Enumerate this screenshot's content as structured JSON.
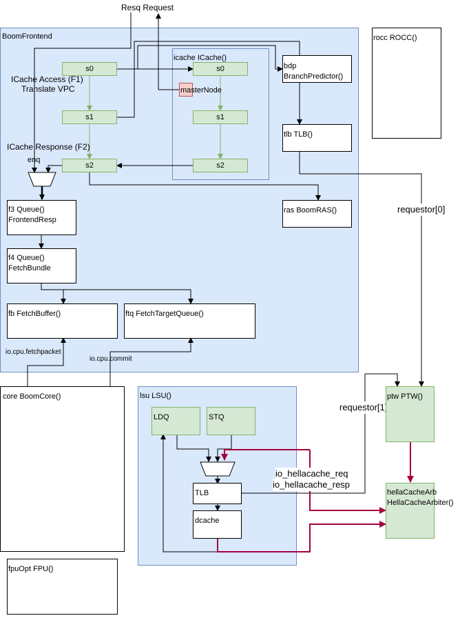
{
  "frontend": {
    "title": "BoomFrontend",
    "stages": {
      "s0": "s0",
      "s1": "s1",
      "s2": "s2"
    },
    "annotations": {
      "icache_access": "ICache Access (F1)",
      "translate_vpc": "Translate VPC",
      "icache_response": "ICache Response (F2)",
      "enq": "enq"
    },
    "icache": {
      "title": "icache ICache()",
      "s0": "s0",
      "s1": "s1",
      "s2": "s2"
    },
    "master_node": "masterNode",
    "bdp": {
      "line1": "bdp",
      "line2": "BranchPredictor()"
    },
    "tlb": "tlb TLB()",
    "ras": "ras BoomRAS()",
    "f3": {
      "line1": "f3 Queue()",
      "line2": "FrontendResp"
    },
    "f4": {
      "line1": "f4 Queue()",
      "line2": "FetchBundle"
    },
    "fb": "fb FetchBuffer()",
    "ftq": "ftq FetchTargetQueue()",
    "io_fetchpacket": "io.cpu.fetchpacket",
    "io_commit": "io.cpu.commit"
  },
  "resq_request": "Resq Request",
  "rocc": "rocc ROCC()",
  "core": "core BoomCore()",
  "fpu": "fpuOpt FPU()",
  "lsu": {
    "title": "lsu LSU()",
    "ldq": "LDQ",
    "stq": "STQ",
    "tlb": "TLB",
    "dcache": "dcache"
  },
  "requestor0": "requestor[0]",
  "requestor1": "requestor[1]",
  "ptw": "ptw PTW()",
  "arbiter": {
    "line1": "hellaCacheArb",
    "line2": "HellaCacheArbiter()"
  },
  "io_hellacache_req": "io_hellacache_req",
  "io_hellacache_resp": "io_hellacache_resp",
  "colors": {
    "region_fill": "#dae8fc",
    "region_border": "#6c8ebf",
    "stage_fill": "#d5e8d4",
    "stage_border": "#82b366",
    "master_fill": "#f8cecc",
    "hellacache_path": "#a50040"
  }
}
